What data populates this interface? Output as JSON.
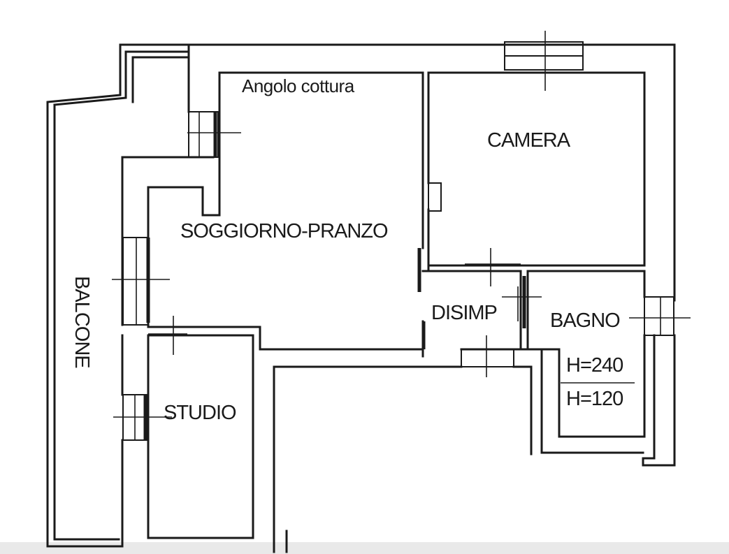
{
  "rooms": {
    "kitchen": "Angolo cottura",
    "living": "SOGGIORNO-PRANZO",
    "bedroom": "CAMERA",
    "hallway": "DISIMP",
    "bathroom": "BAGNO",
    "study": "STUDIO",
    "balcony": "BALCONE"
  },
  "heights": {
    "full": "H=240",
    "reduced": "H=120"
  }
}
